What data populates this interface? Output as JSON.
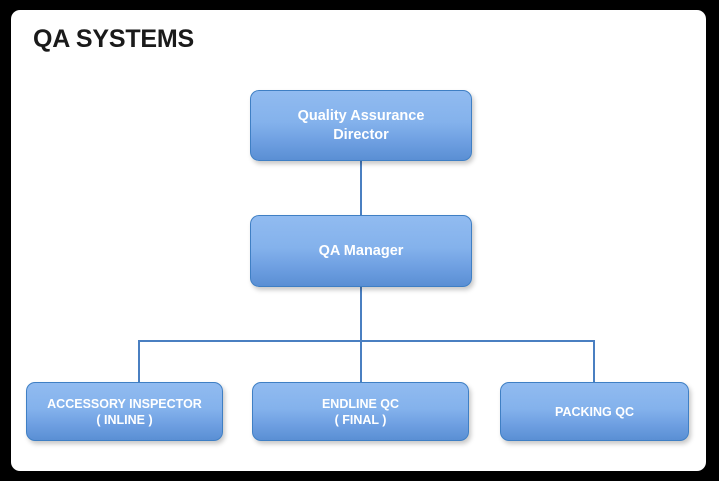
{
  "frame": {
    "border_color": "#000000",
    "panel_color": "#ffffff"
  },
  "title": "QA SYSTEMS",
  "theme": {
    "node_fill_top": "#91bbf0",
    "node_fill_bottom": "#5a8fd4",
    "node_border": "#3f7fc4",
    "node_text": "#ffffff",
    "connector": "#4a7fc1",
    "title_color": "#1a1a1a"
  },
  "org_chart": {
    "levels": [
      {
        "level": 1,
        "nodes": [
          {
            "id": "director",
            "label": "Quality Assurance\nDirector"
          }
        ]
      },
      {
        "level": 2,
        "nodes": [
          {
            "id": "qa-manager",
            "label": "QA Manager"
          }
        ]
      },
      {
        "level": 3,
        "nodes": [
          {
            "id": "accessory-inspector",
            "label": "ACCESSORY INSPECTOR\n( INLINE )"
          },
          {
            "id": "endline-qc",
            "label": "ENDLINE QC\n( FINAL )"
          },
          {
            "id": "packing-qc",
            "label": "PACKING QC"
          }
        ]
      }
    ],
    "connections": [
      {
        "from": "director",
        "to": "qa-manager"
      },
      {
        "from": "qa-manager",
        "to": "accessory-inspector"
      },
      {
        "from": "qa-manager",
        "to": "endline-qc"
      },
      {
        "from": "qa-manager",
        "to": "packing-qc"
      }
    ]
  }
}
